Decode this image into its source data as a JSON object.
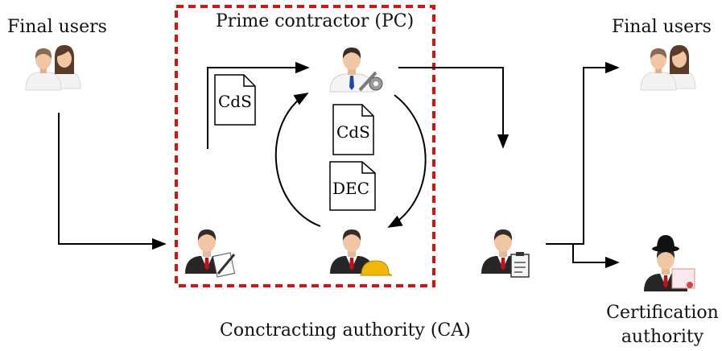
{
  "labels": {
    "final_users_left": "Final users",
    "final_users_right": "Final users",
    "prime_contractor": "Prime contractor (PC)",
    "contracting_authority": "Conctracting authority (CA)",
    "certification_line1": "Certification",
    "certification_line2": "authority"
  },
  "documents": {
    "cds_left": "CdS",
    "cds_center": "CdS",
    "dec_center": "DEC"
  },
  "colors": {
    "boundary_dashed": "#e01010",
    "arrow": "#000000",
    "tie": "#c0101a",
    "tie_blue": "#1646b0",
    "helmet": "#f2b705",
    "suit": "#262626",
    "skin": "#f1c7a3",
    "hair": "#4b3126"
  },
  "icons": [
    "users-group-icon",
    "engineer-wrench-icon",
    "writer-pen-icon",
    "worker-helmet-icon",
    "clipboard-man-icon",
    "bowler-hat-certificate-icon"
  ]
}
